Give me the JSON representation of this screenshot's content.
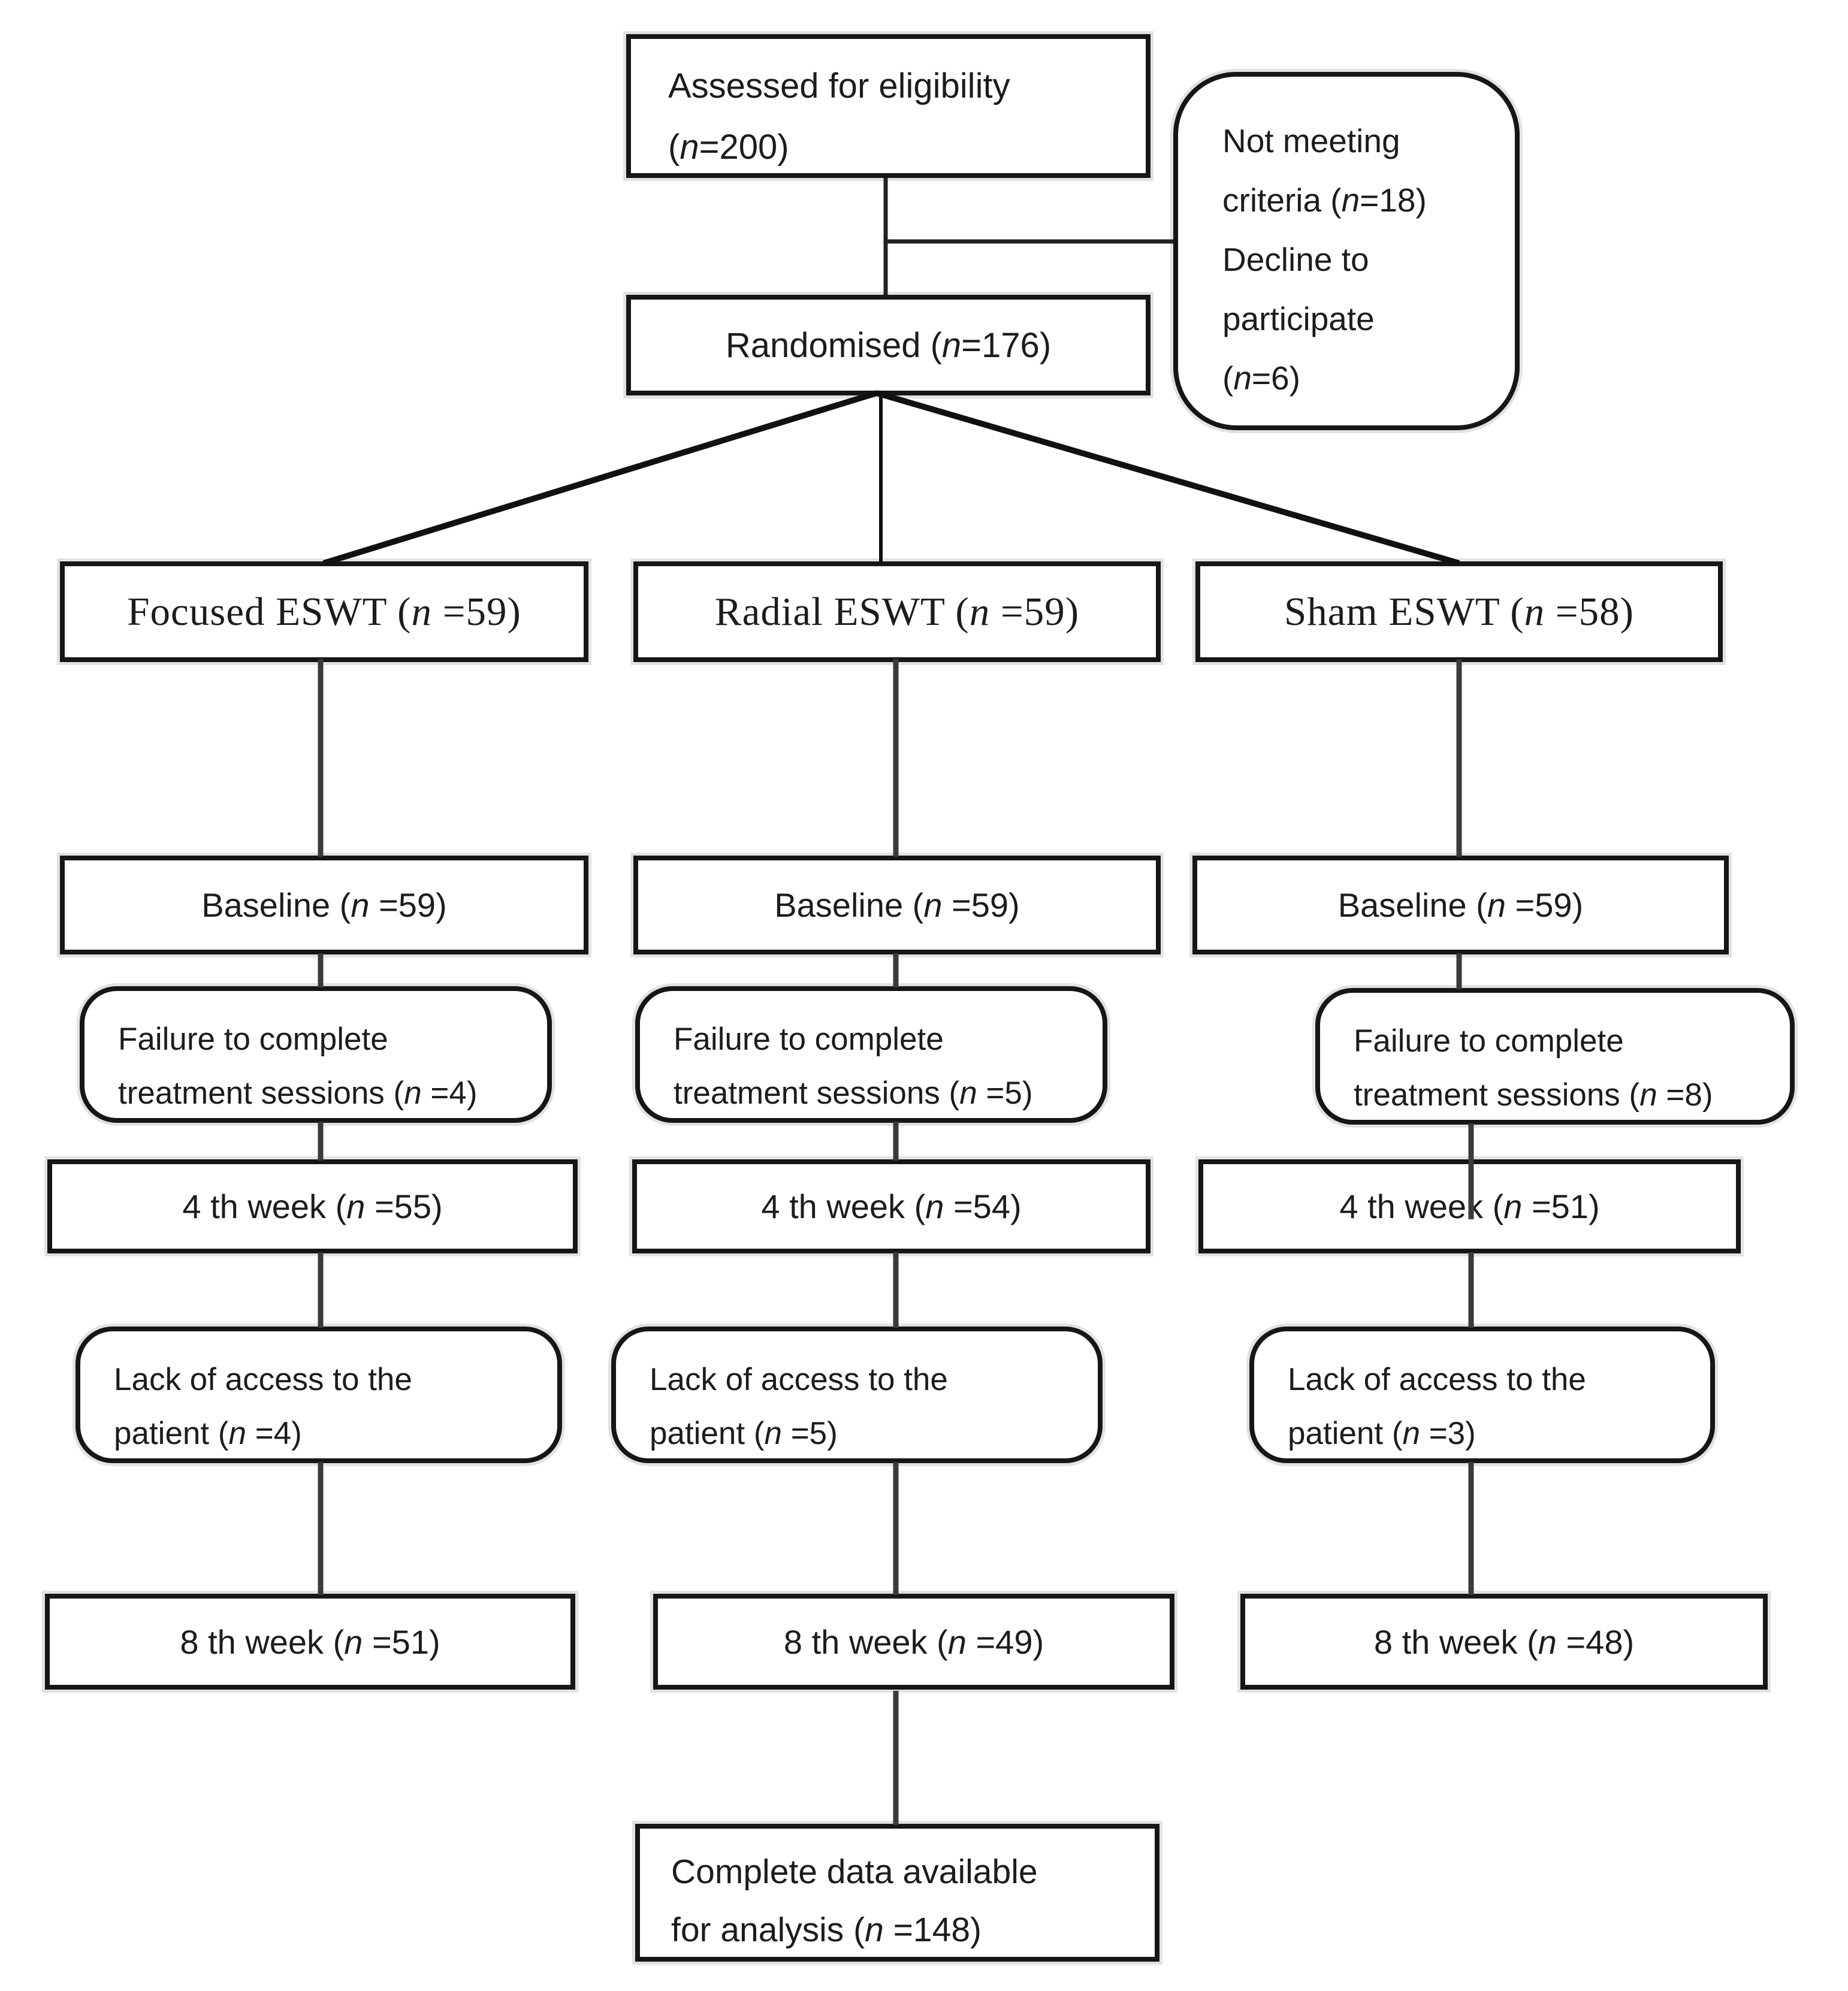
{
  "colors": {
    "ink": "#1c1c1c",
    "connector": "#3a3a3a",
    "diagonal": "#111111",
    "background": "#ffffff"
  },
  "top": {
    "assessed": {
      "line1": "Assessed for eligibility",
      "line2_pre": "(",
      "n": "n",
      "line2_post": "=200)"
    },
    "side_note": {
      "line1": "Not meeting",
      "line2_pre": "criteria (",
      "line2_n": "n",
      "line2_post": "=18)",
      "line3": "Decline to",
      "line4": "participate",
      "line5_pre": "(",
      "line5_n": "n",
      "line5_post": "=6)"
    },
    "randomised": {
      "pre": "Randomised (",
      "n": "n",
      "post": "=176)"
    }
  },
  "columns": [
    {
      "name": "focused",
      "header": {
        "pre": "Focused ESWT (",
        "n": "n",
        "post": " =59)"
      },
      "baseline": {
        "pre": "Baseline (",
        "n": "n",
        "post": " =59)"
      },
      "failure": {
        "line1": "Failure to complete",
        "line2_pre": "treatment sessions (",
        "n": "n",
        "line2_post": " =4)"
      },
      "week4": {
        "pre": "4 th week (",
        "n": "n",
        "post": " =55)"
      },
      "lack": {
        "line1": "Lack of access to the",
        "line2_pre": "patient (",
        "n": "n",
        "line2_post": " =4)"
      },
      "week8": {
        "pre": "8 th week (",
        "n": "n",
        "post": " =51)"
      }
    },
    {
      "name": "radial",
      "header": {
        "pre": "Radial ESWT (",
        "n": "n",
        "post": " =59)"
      },
      "baseline": {
        "pre": "Baseline (",
        "n": "n",
        "post": " =59)"
      },
      "failure": {
        "line1": "Failure to complete",
        "line2_pre": "treatment sessions (",
        "n": "n",
        "line2_post": " =5)"
      },
      "week4": {
        "pre": "4 th week (",
        "n": "n",
        "post": " =54)"
      },
      "lack": {
        "line1": "Lack of access to the",
        "line2_pre": "patient (",
        "n": "n",
        "line2_post": " =5)"
      },
      "week8": {
        "pre": "8 th week (",
        "n": "n",
        "post": " =49)"
      }
    },
    {
      "name": "sham",
      "header": {
        "pre": "Sham ESWT (",
        "n": "n",
        "post": " =58)"
      },
      "baseline": {
        "pre": "Baseline (",
        "n": "n",
        "post": " =59)"
      },
      "failure": {
        "line1": "Failure to complete",
        "line2_pre": "treatment sessions (",
        "n": "n",
        "line2_post": " =8)"
      },
      "week4": {
        "pre": "4 th week (",
        "n": "n",
        "post": " =51)"
      },
      "lack": {
        "line1": "Lack of access to the",
        "line2_pre": "patient (",
        "n": "n",
        "line2_post": " =3)"
      },
      "week8": {
        "pre": "8 th week (",
        "n": "n",
        "post": " =48)"
      }
    }
  ],
  "bottom": {
    "complete": {
      "line1": "Complete data available",
      "line2_pre": "for analysis (",
      "n": "n",
      "line2_post": " =148)"
    }
  }
}
